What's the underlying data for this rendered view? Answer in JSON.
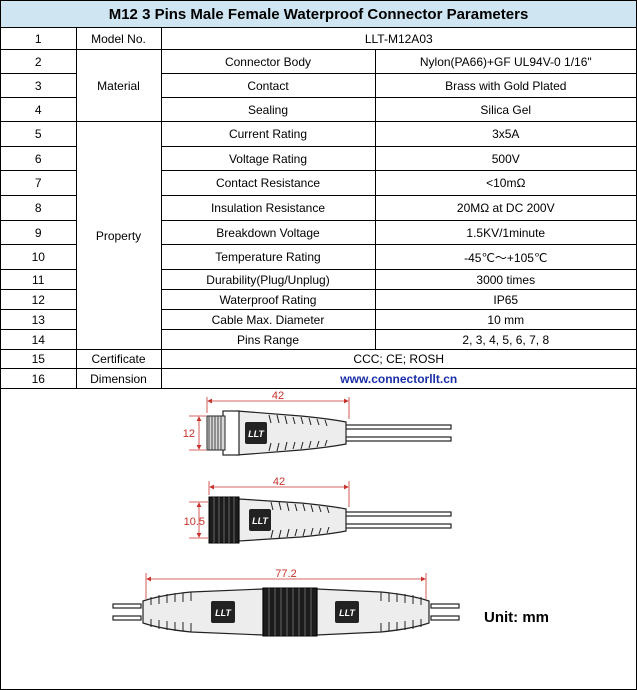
{
  "title": "M12 3 Pins Male Female Waterproof Connector Parameters",
  "rows": {
    "r1": {
      "no": "1",
      "group": "Model No.",
      "value": "LLT-M12A03"
    },
    "r2": {
      "no": "2",
      "group": "Material",
      "item": "Connector Body",
      "value": "Nylon(PA66)+GF UL94V-0 1/16\""
    },
    "r3": {
      "no": "3",
      "item": "Contact",
      "value": "Brass with Gold Plated"
    },
    "r4": {
      "no": "4",
      "item": "Sealing",
      "value": "Silica Gel"
    },
    "r5": {
      "no": "5",
      "group": "Property",
      "item": "Current Rating",
      "value": "3x5A"
    },
    "r6": {
      "no": "6",
      "item": "Voltage Rating",
      "value": "500V"
    },
    "r7": {
      "no": "7",
      "item": "Contact Resistance",
      "value": "<10mΩ"
    },
    "r8": {
      "no": "8",
      "item": "Insulation Resistance",
      "value": "20MΩ at DC 200V"
    },
    "r9": {
      "no": "9",
      "item": "Breakdown Voltage",
      "value": "1.5KV/1minute"
    },
    "r10": {
      "no": "10",
      "item": "Temperature Rating",
      "value": "-45℃～+105℃"
    },
    "r11": {
      "no": "11",
      "item": "Durability(Plug/Unplug)",
      "value": "3000 times"
    },
    "r12": {
      "no": "12",
      "item": "Waterproof Rating",
      "value": "IP65"
    },
    "r13": {
      "no": "13",
      "item": "Cable Max. Diameter",
      "value": "10 mm"
    },
    "r14": {
      "no": "14",
      "item": "Pins Range",
      "value": "2, 3, 4, 5, 6, 7, 8"
    },
    "r15": {
      "no": "15",
      "group": "Certificate",
      "value": "CCC; CE; ROSH"
    },
    "r16": {
      "no": "16",
      "group": "Dimension",
      "value": "www.connectorllt.cn"
    }
  },
  "drawing": {
    "male_length": "42",
    "male_diameter": "12",
    "female_length": "42",
    "female_diameter": "10.5",
    "mated_length": "77.2",
    "brand_mark": "LLT",
    "unit_label": "Unit: mm",
    "dimension_color": "#c8322c"
  }
}
